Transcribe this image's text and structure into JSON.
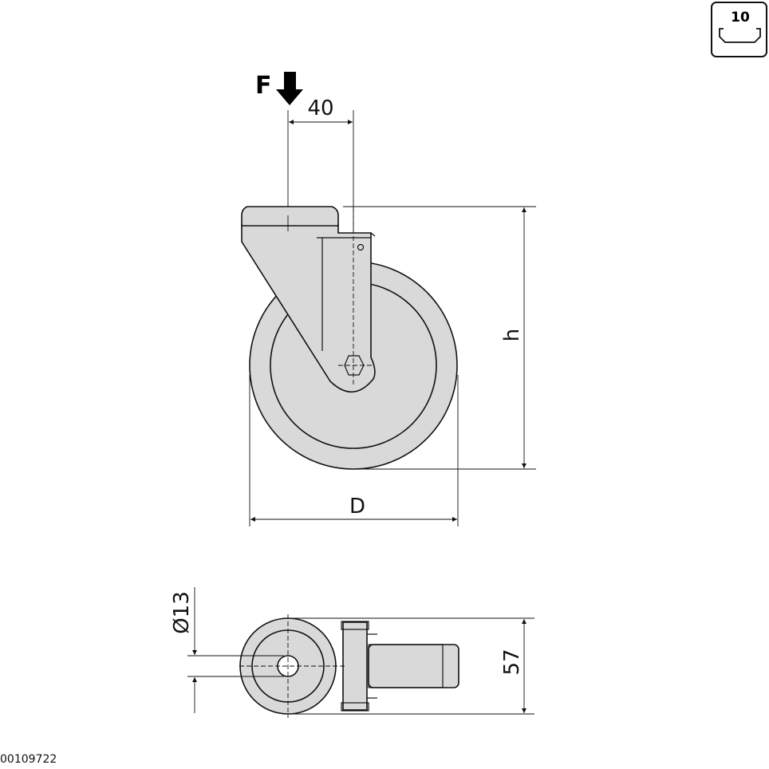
{
  "drawing_code": "00109722",
  "badge": {
    "value": "10"
  },
  "force": {
    "label": "F"
  },
  "dimensions": {
    "offset": "40",
    "height": "h",
    "diameter": "D",
    "bore": "Ø13",
    "width": "57"
  },
  "colors": {
    "part_fill": "#d9d9d9",
    "line": "#111111"
  }
}
